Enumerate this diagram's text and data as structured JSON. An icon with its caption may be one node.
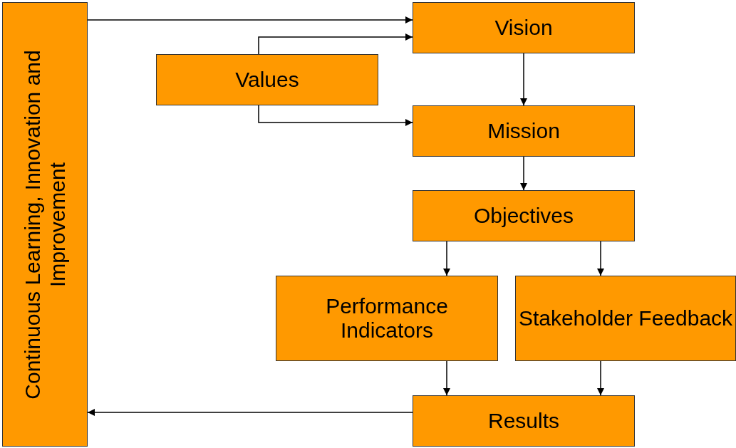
{
  "diagram": {
    "nodes": [
      {
        "text": [
          "Continuous Learning, Innovation and Improvement"
        ]
      },
      {
        "text": [
          "Vision"
        ]
      },
      {
        "text": [
          "Values"
        ]
      },
      {
        "text": [
          "Mission"
        ]
      },
      {
        "text": [
          "Objectives"
        ]
      },
      {
        "text": [
          "Performance Indicators"
        ]
      },
      {
        "text": [
          "Stakeholder Feedback"
        ]
      },
      {
        "text": [
          "Results"
        ]
      }
    ],
    "edges": [
      {
        "from": 0,
        "to": 1,
        "arrow": "to"
      },
      {
        "from": 2,
        "to": 1,
        "arrow": "to"
      },
      {
        "from": 2,
        "to": 3,
        "arrow": "to"
      },
      {
        "from": 1,
        "to": 3,
        "arrow": "to"
      },
      {
        "from": 3,
        "to": 4,
        "arrow": "to"
      },
      {
        "from": 4,
        "to": 5,
        "arrow": "to"
      },
      {
        "from": 4,
        "to": 6,
        "arrow": "to"
      },
      {
        "from": 5,
        "to": 7,
        "arrow": "to"
      },
      {
        "from": 6,
        "to": 7,
        "arrow": "to"
      },
      {
        "from": 7,
        "to": 0,
        "arrow": "to"
      }
    ]
  }
}
